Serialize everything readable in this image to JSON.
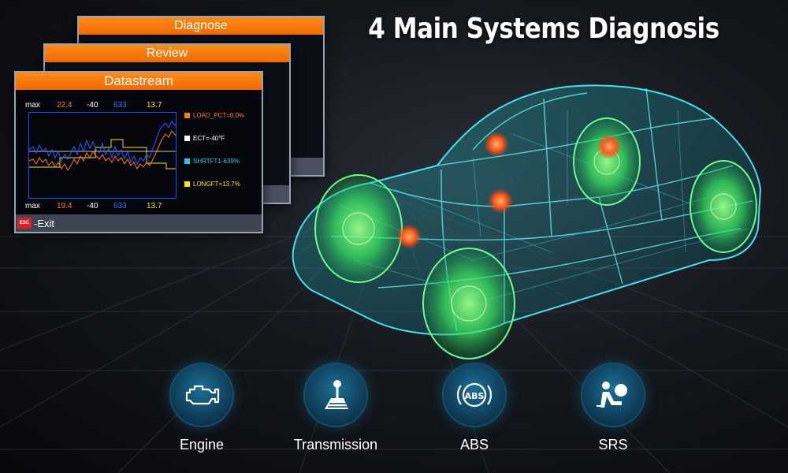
{
  "headline": "4 Main Systems Diagnosis",
  "screens": {
    "diagnose_title": "Diagnose",
    "review_title": "Review",
    "datastream_title": "Datastream"
  },
  "datastream": {
    "max_label": "max",
    "min_label": "max",
    "top_values": [
      "22.4",
      "-40",
      "633",
      "13.7"
    ],
    "bottom_values": [
      "19.4",
      "-40",
      "633",
      "13.7"
    ],
    "legend": [
      {
        "text": "LOAD_PCT=0.0%",
        "color": "#ff7a1a"
      },
      {
        "text": "ECT=-40°F",
        "color": "#ffffff"
      },
      {
        "text": "SHRTFT1-639%",
        "color": "#2ec4e6"
      },
      {
        "text": "LONGFT=13.7%",
        "color": "#ffe21a"
      }
    ],
    "esc_icon": "ESC",
    "exit_label": "-Exit"
  },
  "systems": [
    {
      "label": "Engine",
      "icon": "engine-icon"
    },
    {
      "label": "Transmission",
      "icon": "gear-shift-icon"
    },
    {
      "label": "ABS",
      "icon": "abs-icon"
    },
    {
      "label": "SRS",
      "icon": "airbag-icon"
    }
  ],
  "colors": {
    "accent": "#f06a00",
    "hologram": "#2ee6e6",
    "wheel_glow": "#39ff6a",
    "hotspot": "#ff5a1a"
  }
}
